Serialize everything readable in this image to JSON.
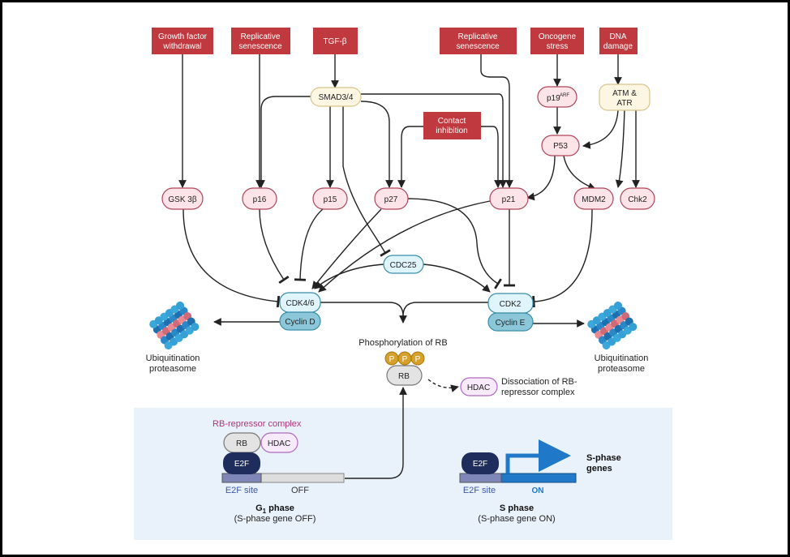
{
  "stimuli": {
    "growth_factor": [
      "Growth factor",
      "withdrawal"
    ],
    "replicative_senescence_left": [
      "Replicative",
      "senescence"
    ],
    "tgf_beta": "TGF-β",
    "replicative_senescence_right": [
      "Replicative",
      "senescence"
    ],
    "oncogene_stress": [
      "Oncogene",
      "stress"
    ],
    "dna_damage": [
      "DNA",
      "damage"
    ],
    "contact_inhibition": [
      "Contact",
      "inhibition"
    ]
  },
  "nodes": {
    "smad": "SMAD3/4",
    "p19": "p19",
    "p19_sup": "ARF",
    "atm_atr": [
      "ATM &",
      "ATR"
    ],
    "p53": "P53",
    "gsk": "GSK 3β",
    "p16": "p16",
    "p15": "p15",
    "p27": "p27",
    "p21": "p21",
    "mdm2": "MDM2",
    "chk2": "Chk2",
    "cdc25": "CDC25",
    "cdk46": "CDK4/6",
    "cyclin_d": "Cyclin D",
    "cdk2": "CDK2",
    "cyclin_e": "Cyclin E"
  },
  "labels": {
    "ubiq_left": [
      "Ubiquitination",
      "proteasome"
    ],
    "ubiq_right": [
      "Ubiquitination",
      "proteasome"
    ],
    "phosphorylation": "Phosphorylation of RB",
    "p": "P",
    "rb": "RB",
    "hdac": "HDAC",
    "dissociation": [
      "Dissociation of RB-",
      "repressor complex"
    ]
  },
  "panel": {
    "complex_title": "RB-repressor complex",
    "rb": "RB",
    "hdac": "HDAC",
    "e2f_left": "E2F",
    "e2f_site_left": "E2F site",
    "off": "OFF",
    "g1_main": "G",
    "g1_sub": "1",
    "g1_rest": " phase",
    "g1_note": "(S-phase gene OFF)",
    "e2f_right": "E2F",
    "e2f_site_right": "E2F site",
    "on": "ON",
    "s_genes": [
      "S-phase",
      "genes"
    ],
    "s_phase": "S phase",
    "s_note": "(S-phase gene ON)"
  },
  "colors": {
    "stimulus": "#c0393f",
    "pink_node": "#fde4e9",
    "pink_stroke": "#b2445a",
    "cream_node": "#fdf6e3",
    "cream_stroke": "#d9c48a",
    "cyan_node": "#dff4fb",
    "cyan_stroke": "#3b8ea8",
    "cyclin": "#8cc7d9",
    "panel_bg": "#e9f1fa",
    "e2f": "#1f2d5c",
    "gene_on": "#1f78c8",
    "phospho": "#d6a12a",
    "hdac_fill": "#f7eafa",
    "hdac_stroke": "#b06ac2",
    "complex_title": "#b0347a"
  }
}
